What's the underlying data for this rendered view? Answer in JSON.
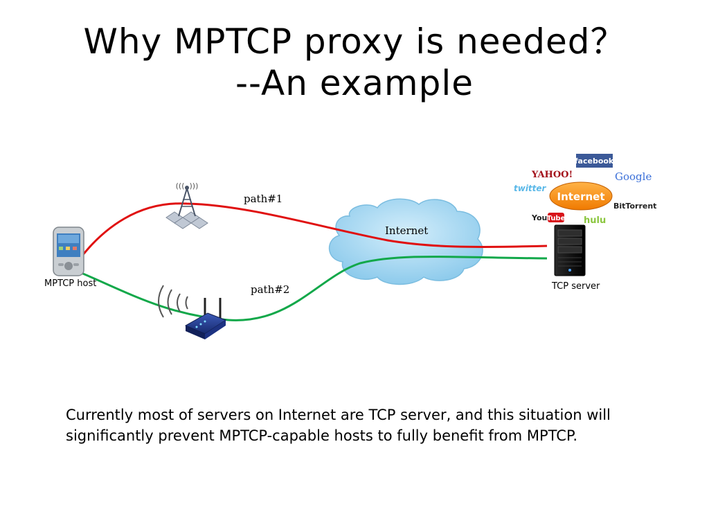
{
  "title": {
    "line1": "Why MPTCP proxy is needed？",
    "line2": "--An example"
  },
  "diagram": {
    "cloud_label": "Internet",
    "path1_label": "path#1",
    "path2_label": "path#2",
    "host_label": "MPTCP host",
    "server_label": "TCP server",
    "path1_color": "#e01010",
    "path2_color": "#12a84a",
    "cloud_color": "#9fd3ef",
    "logos": {
      "facebook": "facebook",
      "yahoo": "YAHOO!",
      "google": "Google",
      "twitter": "twitter",
      "internet_badge": "Internet",
      "youtube_you": "You",
      "youtube_tube": "Tube",
      "hulu": "hulu",
      "bittorrent": "BitTorrent"
    }
  },
  "caption": "Currently most of servers on Internet are TCP server, and this situation will significantly  prevent MPTCP-capable hosts to fully benefit from MPTCP."
}
